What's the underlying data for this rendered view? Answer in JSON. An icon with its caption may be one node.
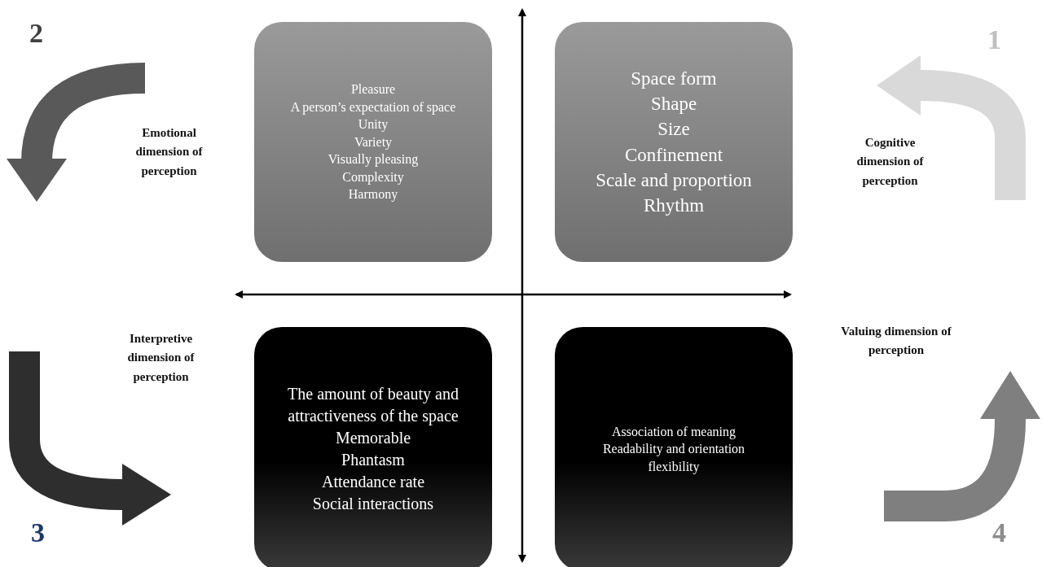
{
  "diagram": {
    "nodes": [
      {
        "text": [
          "Pleasure",
          "A person’s expectation of space",
          "Unity",
          "Variety",
          "Visually pleasing",
          "Complexity",
          "Harmony"
        ]
      },
      {
        "text": [
          "Space form",
          "Shape",
          "Size",
          "Confinement",
          "Scale and proportion",
          "Rhythm"
        ]
      },
      {
        "text": [
          "The amount of beauty and attractiveness of the space",
          "Memorable",
          "Phantasm",
          "Attendance rate",
          "Social interactions"
        ]
      },
      {
        "text": [
          "Association of meaning",
          "Readability and orientation",
          "flexibility"
        ]
      }
    ],
    "labels": [
      "2",
      "1",
      "Emotional dimension of perception",
      "Cognitive dimension of perception",
      "Interpretive dimension of perception",
      "Valuing dimension of perception",
      "3",
      "4"
    ]
  }
}
